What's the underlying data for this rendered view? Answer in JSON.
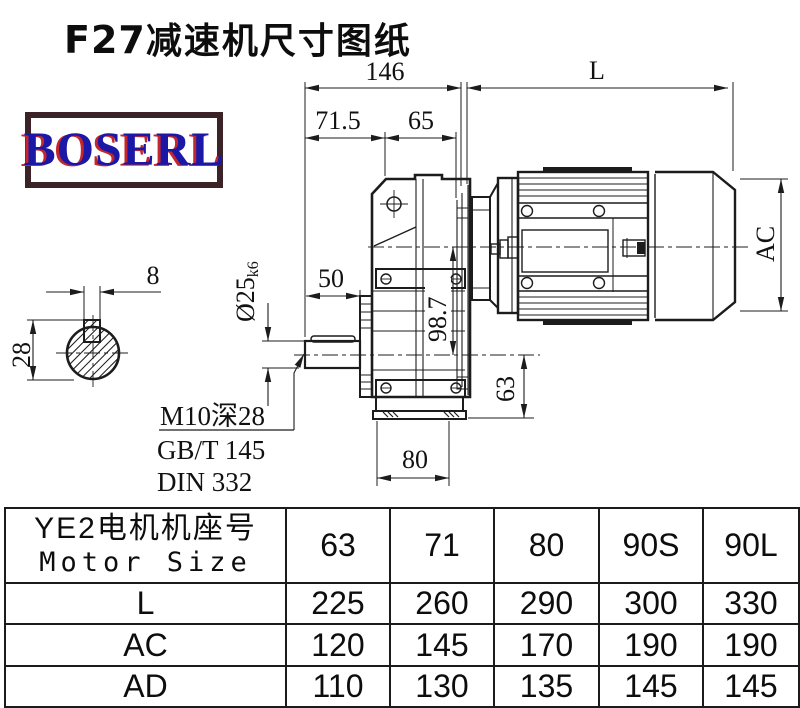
{
  "title": {
    "prefix": "F27",
    "suffix": "减速机尺寸图纸"
  },
  "logo": {
    "text": "BOSERL"
  },
  "colors": {
    "logo_text": "#1b18a8",
    "logo_shadow": "#c4272b",
    "logo_border": "#3b2226",
    "line": "#1c1c1c"
  },
  "dimensions": {
    "top_width": "146",
    "motor_length": "L",
    "flange_offset": "71.5",
    "housing_width": "65",
    "shaft_diameter": "Ø25",
    "shaft_tolerance": "k6",
    "shaft_length": "50",
    "axis_distance": "98.7",
    "output_height": "63",
    "base_width": "80",
    "key_width": "8",
    "key_section_height": "28",
    "motor_diameter": "AC"
  },
  "notes": {
    "tapped_hole": "M10深28",
    "standard_gb": "GB/T 145",
    "standard_din": "DIN 332"
  },
  "table": {
    "row_header_cn": "YE2电机机座号",
    "row_header_en": "Motor Size",
    "motor_sizes": [
      "63",
      "71",
      "80",
      "90S",
      "90L"
    ],
    "rows": [
      {
        "label": "L",
        "values": [
          "225",
          "260",
          "290",
          "300",
          "330"
        ]
      },
      {
        "label": "AC",
        "values": [
          "120",
          "145",
          "170",
          "190",
          "190"
        ]
      },
      {
        "label": "AD",
        "values": [
          "110",
          "130",
          "135",
          "145",
          "145"
        ]
      }
    ]
  }
}
